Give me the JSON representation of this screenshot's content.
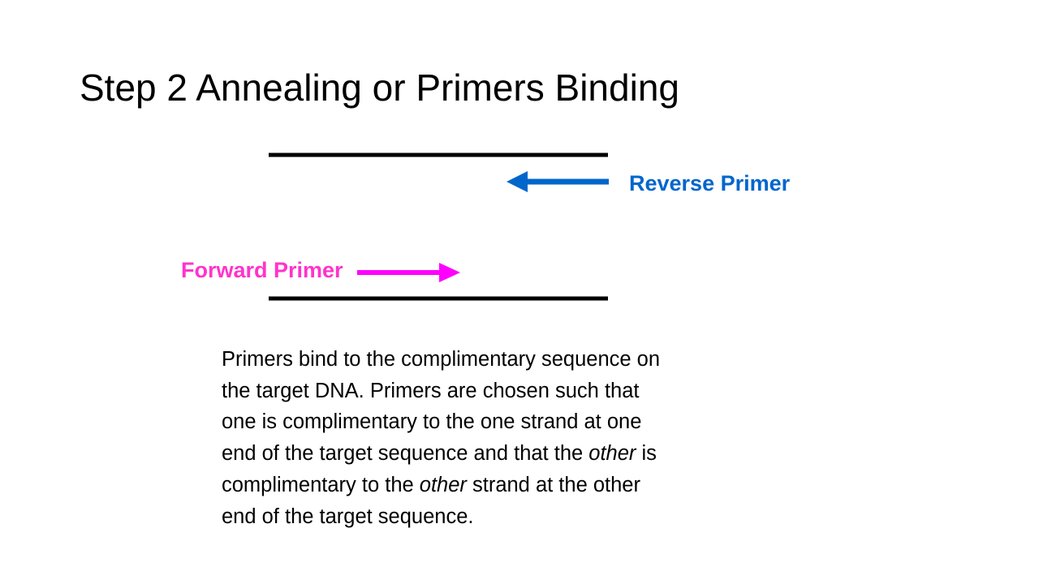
{
  "slide": {
    "title": "Step 2 Annealing or Primers Binding"
  },
  "diagram": {
    "reverse_primer_label": "Reverse Primer",
    "forward_primer_label": "Forward Primer",
    "colors": {
      "strand": "#000000",
      "reverse_primer": "#0066CC",
      "forward_primer": "#FF00FF"
    }
  },
  "description": {
    "line1": "Primers bind to the complimentary sequence on",
    "line2": "the  target DNA.  Primers are chosen such that",
    "line3": "one is complimentary to the one strand at one",
    "line4_part1": "end of the target sequence and that the ",
    "line4_em": "other",
    "line4_part2": " is",
    "line5_part1": "complimentary to the ",
    "line5_em": "other",
    "line5_part2": " strand at the other",
    "line6": "end of the target sequence."
  }
}
